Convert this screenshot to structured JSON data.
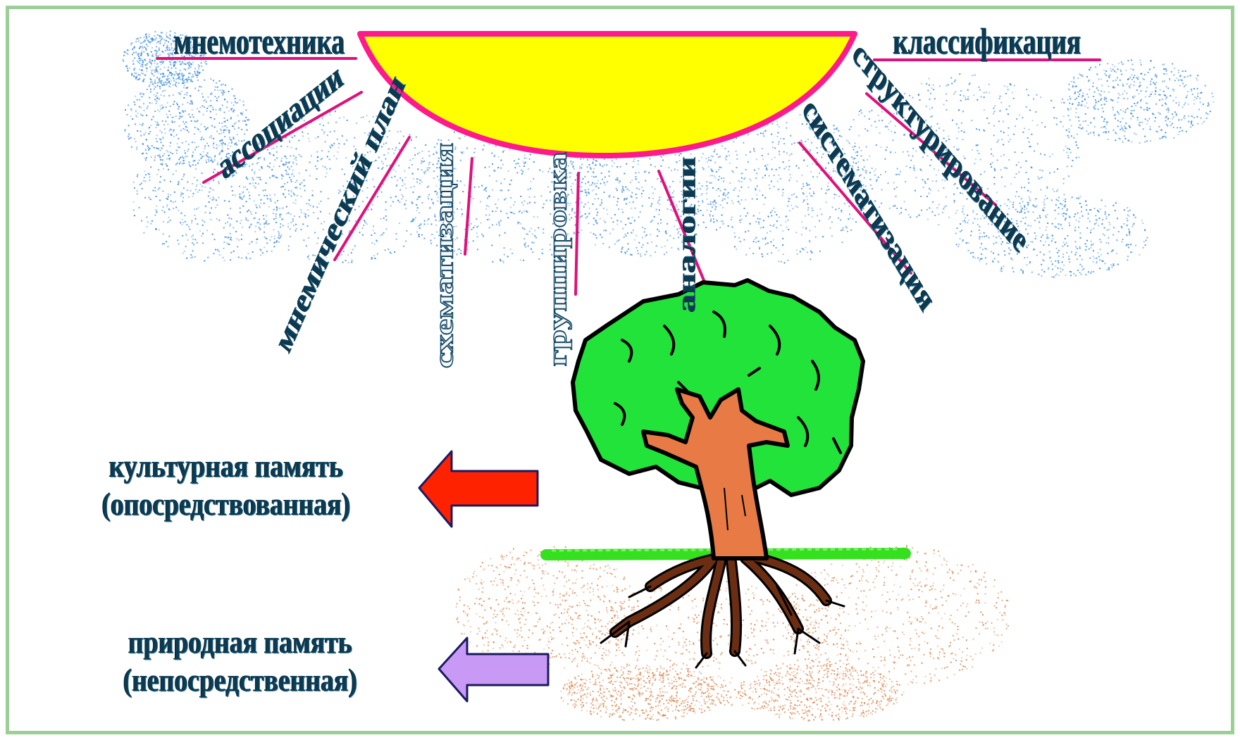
{
  "rays": {
    "mnemotechnika": "мнемотехника",
    "associations": "ассоциации",
    "mnemonic_plan": "мнемический план",
    "schematization": "схематизация",
    "grouping": "группировка",
    "analogies": "аналогии",
    "systematization": "систематизация",
    "structuring": "структурирование",
    "classification": "классификация"
  },
  "memory": {
    "cultural_line1": "культурная память",
    "cultural_line2": "(опосредствованная)",
    "natural_line1": "природная память",
    "natural_line2": "(непосредственная)"
  },
  "colors": {
    "sun_fill": "#ffff00",
    "sun_outline": "#ff1a8c",
    "ray_line": "#e0107a",
    "text": "#0b3a52",
    "foliage": "#22e33a",
    "trunk": "#e87a45",
    "roots": "#6b2e12",
    "grass": "#35e01f",
    "soil_dots": "#d98a55",
    "cloud_dots": "#3a8ad8",
    "arrow_cultural": "#ff2200",
    "arrow_natural": "#c89af5",
    "frame": "#9ccf95"
  }
}
